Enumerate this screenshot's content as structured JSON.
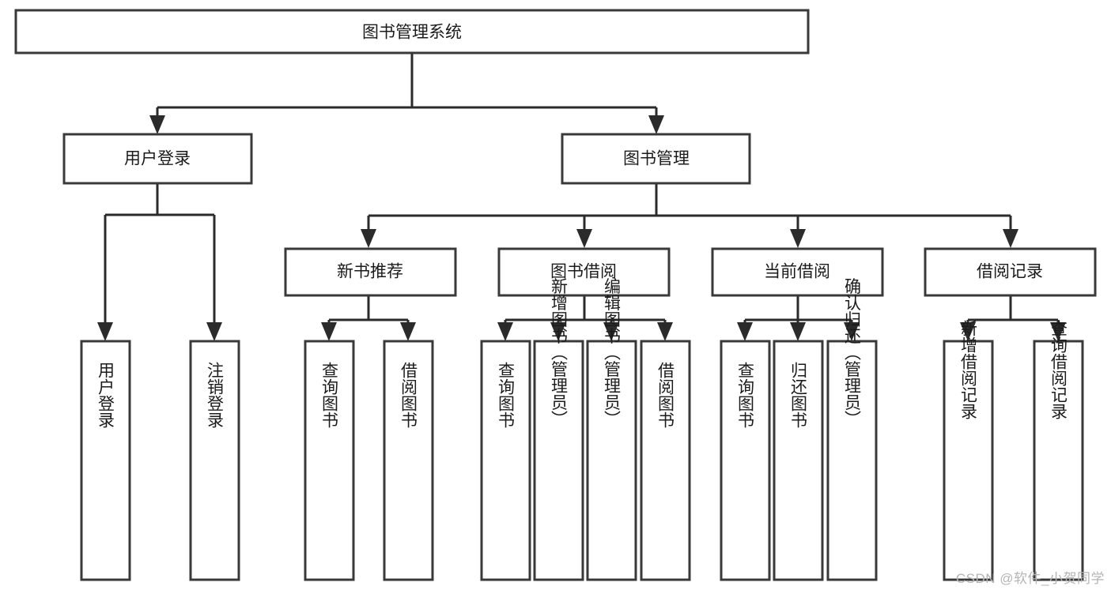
{
  "diagram": {
    "type": "tree-hierarchy-flowchart",
    "orientation": "top-down",
    "root": {
      "id": "root",
      "label": "图书管理系统"
    },
    "level2": [
      {
        "id": "user-login",
        "label": "用户登录"
      },
      {
        "id": "book-management",
        "label": "图书管理"
      }
    ],
    "level3": [
      {
        "id": "new-book-recommend",
        "label": "新书推荐",
        "parent": "book-management"
      },
      {
        "id": "book-borrow",
        "label": "图书借阅",
        "parent": "book-management"
      },
      {
        "id": "current-borrow",
        "label": "当前借阅",
        "parent": "book-management"
      },
      {
        "id": "borrow-record",
        "label": "借阅记录",
        "parent": "book-management"
      }
    ],
    "leaves": [
      {
        "id": "leaf-user-login",
        "label": "用户登录",
        "parent": "user-login"
      },
      {
        "id": "leaf-logout-login",
        "label": "注销登录",
        "parent": "user-login"
      },
      {
        "id": "leaf-query-book-1",
        "label": "查询图书",
        "parent": "new-book-recommend"
      },
      {
        "id": "leaf-borrow-book-1",
        "label": "借阅图书",
        "parent": "new-book-recommend"
      },
      {
        "id": "leaf-query-book-2",
        "label": "查询图书",
        "parent": "book-borrow"
      },
      {
        "id": "leaf-add-book-admin",
        "label": "新增图书（管理员）",
        "parent": "book-borrow"
      },
      {
        "id": "leaf-edit-book-admin",
        "label": "编辑图书（管理员）",
        "parent": "book-borrow"
      },
      {
        "id": "leaf-borrow-book-2",
        "label": "借阅图书",
        "parent": "book-borrow"
      },
      {
        "id": "leaf-query-book-3",
        "label": "查询图书",
        "parent": "current-borrow"
      },
      {
        "id": "leaf-return-book",
        "label": "归还图书",
        "parent": "current-borrow"
      },
      {
        "id": "leaf-confirm-return-admin",
        "label": "确认归还（管理员）",
        "parent": "current-borrow"
      },
      {
        "id": "leaf-add-borrow-record",
        "label": "新增借阅记录",
        "parent": "borrow-record"
      },
      {
        "id": "leaf-query-borrow-record",
        "label": "查询借阅记录",
        "parent": "borrow-record"
      }
    ]
  },
  "watermark": {
    "text": "CSDN @软件_小贺同学"
  },
  "colors": {
    "box_stroke": "#393939",
    "connector": "#2b2b2b",
    "background": "#ffffff",
    "text": "#1b1b1b",
    "watermark": "#b4b4b4"
  }
}
